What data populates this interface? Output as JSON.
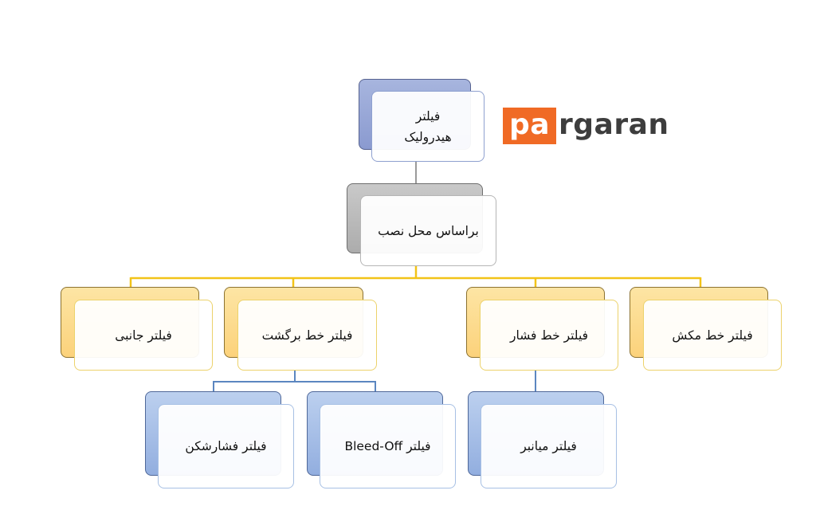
{
  "logo": {
    "prefix": "pa",
    "suffix": "rgaran",
    "accent_color": "#f06a25"
  },
  "diagram": {
    "root": {
      "label_line1": "فیلتر",
      "label_line2": "هیدرولیک",
      "color": "blue"
    },
    "level1": {
      "label": "براساس محل نصب",
      "color": "gray"
    },
    "level2": [
      {
        "label": "فیلتر جانبی",
        "color": "yellow"
      },
      {
        "label": "فیلتر خط برگشت",
        "color": "yellow"
      },
      {
        "label": "فیلتر خط فشار",
        "color": "yellow"
      },
      {
        "label": "فیلتر خط مکش",
        "color": "yellow"
      }
    ],
    "level3": [
      {
        "label": "فیلتر فشارشکن",
        "parent": "فیلتر خط برگشت",
        "color": "light-blue"
      },
      {
        "label": "فیلتر Bleed-Off",
        "parent": "فیلتر خط برگشت",
        "color": "light-blue"
      },
      {
        "label": "فیلتر میانبر",
        "parent": "فیلتر خط فشار",
        "color": "light-blue"
      }
    ],
    "connector_colors": {
      "root_to_level1": "#9a9a9a",
      "level1_to_level2": "#f2c318",
      "level2_to_level3": "#5b86c0"
    }
  }
}
